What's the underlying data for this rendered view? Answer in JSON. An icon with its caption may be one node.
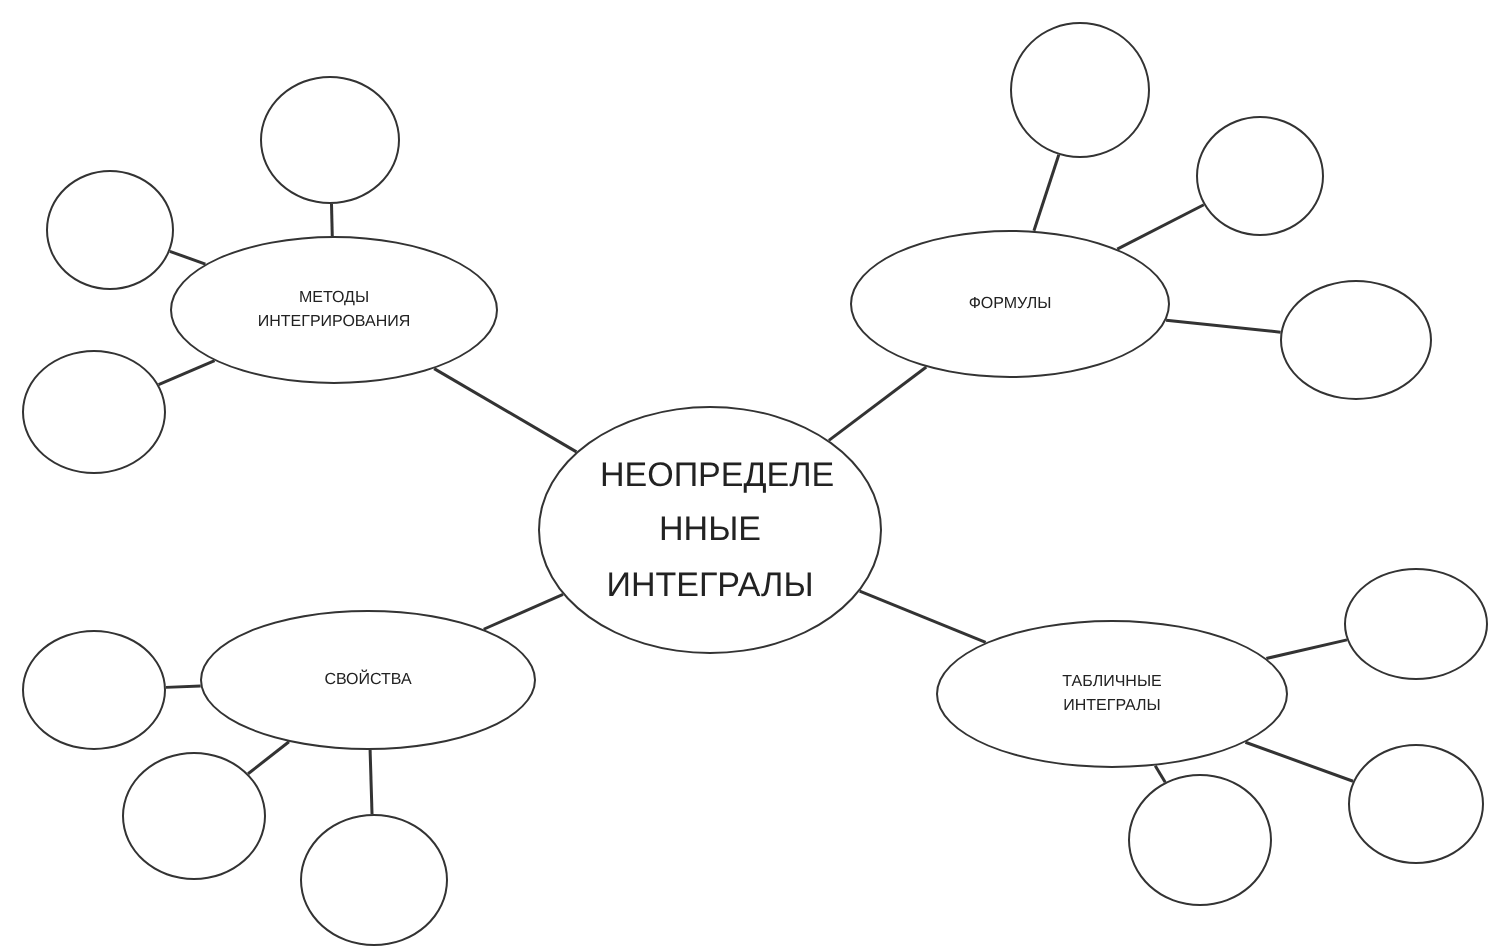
{
  "diagram": {
    "nodes": [
      {
        "text": [
          "НЕОПРЕДЕЛЕ ННЫЕ ИНТЕГРАЛЫ"
        ]
      },
      {
        "text": [
          "МЕТОДЫ ИНТЕГРИРОВАНИЯ"
        ]
      },
      {
        "text": [
          "ФОРМУЛЫ"
        ]
      },
      {
        "text": [
          "СВОЙСТВА"
        ]
      },
      {
        "text": [
          "ТАБЛИЧНЫЕ ИНТЕГРАЛЫ"
        ]
      },
      {
        "text": [],
        "shape": "circle"
      },
      {
        "text": [],
        "shape": "circle"
      },
      {
        "text": [],
        "shape": "circle"
      },
      {
        "text": [],
        "shape": "circle"
      },
      {
        "text": [],
        "shape": "circle"
      },
      {
        "text": [],
        "shape": "circle"
      },
      {
        "text": [],
        "shape": "circle"
      },
      {
        "text": [],
        "shape": "circle"
      },
      {
        "text": [],
        "shape": "circle"
      },
      {
        "text": [],
        "shape": "circle"
      },
      {
        "text": [],
        "shape": "circle"
      },
      {
        "text": [],
        "shape": "circle"
      }
    ],
    "edges": [
      {
        "from": 0,
        "to": 1,
        "arrow": "none"
      },
      {
        "from": 0,
        "to": 2,
        "arrow": "none"
      },
      {
        "from": 0,
        "to": 3,
        "arrow": "none"
      },
      {
        "from": 0,
        "to": 4,
        "arrow": "none"
      },
      {
        "from": 1,
        "to": 5,
        "arrow": "none"
      },
      {
        "from": 1,
        "to": 6,
        "arrow": "none"
      },
      {
        "from": 1,
        "to": 7,
        "arrow": "none"
      },
      {
        "from": 2,
        "to": 8,
        "arrow": "none"
      },
      {
        "from": 2,
        "to": 9,
        "arrow": "none"
      },
      {
        "from": 2,
        "to": 10,
        "arrow": "none"
      },
      {
        "from": 3,
        "to": 11,
        "arrow": "none"
      },
      {
        "from": 3,
        "to": 12,
        "arrow": "none"
      },
      {
        "from": 3,
        "to": 13,
        "arrow": "none"
      },
      {
        "from": 4,
        "to": 14,
        "arrow": "none"
      },
      {
        "from": 4,
        "to": 15,
        "arrow": "none"
      },
      {
        "from": 4,
        "to": 16,
        "arrow": "none"
      }
    ]
  }
}
